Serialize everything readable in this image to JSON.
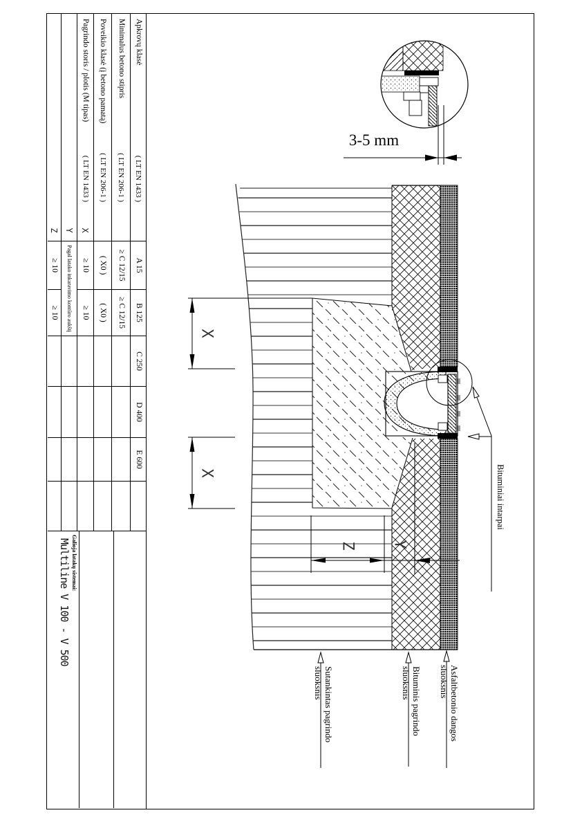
{
  "table": {
    "rows": [
      {
        "name": "Apkrovų klasė",
        "standard": "( LT EN 1433 )",
        "letter": "",
        "values": [
          "A 15",
          "B 125",
          "C 250",
          "D 400",
          "E 600",
          ""
        ]
      },
      {
        "name": "Minimalus betono stipris",
        "standard": "( LT EN 206-1 )",
        "letter": "",
        "values": [
          "≥ C 12/15",
          "≥ C 12/15",
          "",
          "",
          "",
          ""
        ]
      },
      {
        "name": "Poveikio klasė (į betono pamatą)",
        "standard": "( LT EN 206-1 )",
        "letter": "",
        "values": [
          "( X0 )",
          "( X0 )",
          "",
          "",
          "",
          ""
        ]
      },
      {
        "name": "Pagrindo storis / plotis (M tipas)",
        "standard": "( LT EN 1433 )",
        "letter": "X",
        "values": [
          "≥ 10",
          "≥ 10",
          "",
          "",
          "",
          ""
        ]
      },
      {
        "name": "",
        "standard": "",
        "letter": "Y",
        "span_text": "Pagal latako inkaravimo kontūro aukštį",
        "values": [
          "",
          "",
          "",
          ""
        ]
      },
      {
        "name": "",
        "standard": "",
        "letter": "Z",
        "values": [
          "≥ 10",
          "≥ 10",
          "",
          "",
          "",
          ""
        ]
      }
    ],
    "title_block": {
      "label": "Galioja latakų sistemai:",
      "title": "Multiline V 100 - V 500"
    }
  },
  "drawing": {
    "detail_dimension": "3-5 mm",
    "dim_x": "X",
    "dim_y": "Y",
    "dim_z": "Z",
    "callout_label": "Bituminiai intarpai",
    "layer_labels": [
      {
        "line1": "Sutankintas pagrindo",
        "line2": "sluoksnis"
      },
      {
        "line1": "Bituminis pagrindo",
        "line2": "sluoksnis"
      },
      {
        "line1": "Asfaltbetonio dangos",
        "line2": "sluoksnis"
      }
    ]
  }
}
